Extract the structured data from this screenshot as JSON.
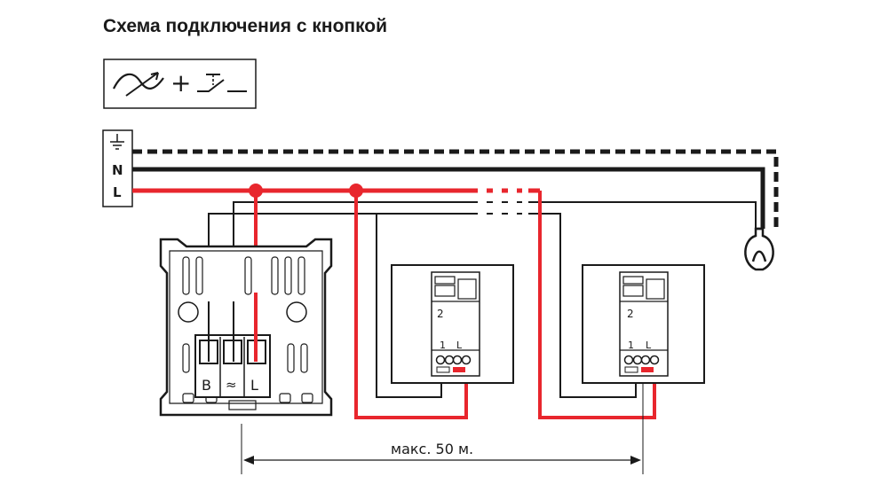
{
  "title": "Схема подключения с кнопкой",
  "symbol": {
    "plus": "+"
  },
  "supply": {
    "neutral": "N",
    "live": "L"
  },
  "dimmer": {
    "terminal_b": "B",
    "terminal_load": "≈",
    "terminal_l": "L"
  },
  "push_button_1": {
    "terminal_2": "2",
    "terminal_1": "1",
    "terminal_l": "L"
  },
  "push_button_2": {
    "terminal_2": "2",
    "terminal_1": "1",
    "terminal_l": "L"
  },
  "distance_label": "макс. 50 м.",
  "colors": {
    "live": "#e8262d",
    "wire": "#1a1a1a",
    "bg": "#ffffff"
  },
  "icons": [
    "dimmer-symbol-icon",
    "push-button-symbol-icon",
    "ground-icon",
    "lamp-icon"
  ]
}
